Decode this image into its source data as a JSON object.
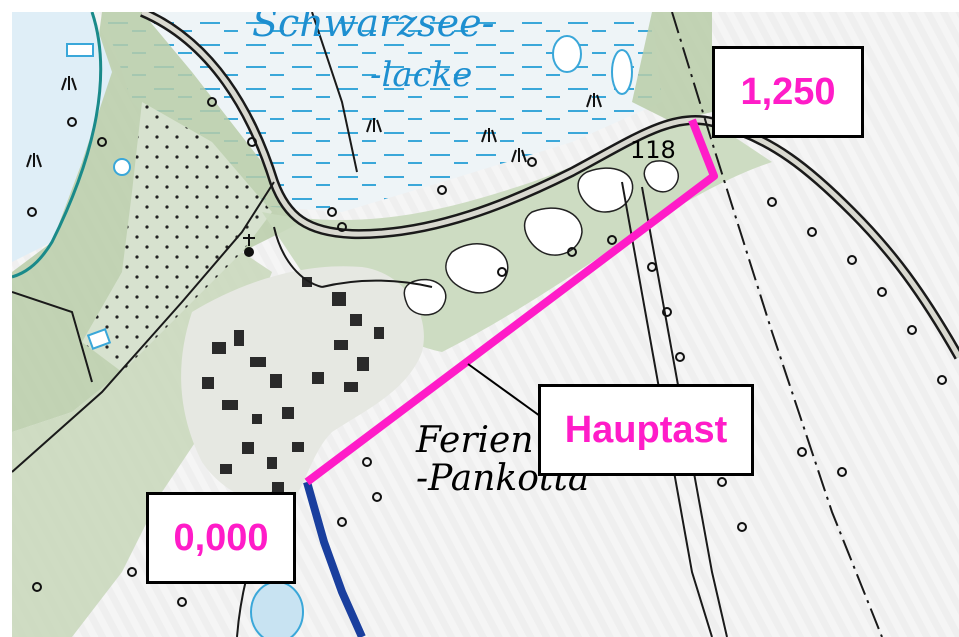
{
  "map": {
    "water_label_line1": "Schwarzsee-",
    "water_label_line2": "-lacke",
    "place_label_line1": "Ferien",
    "place_label_line2": "-Pankotta",
    "elevation": "118"
  },
  "callouts": {
    "start_km": "0,000",
    "end_km": "1,250",
    "branch_name": "Hauptast"
  },
  "colors": {
    "route_main": "#ff1cc8",
    "route_secondary": "#1a3f9e",
    "callout_text": "#ff1cc8",
    "water_text": "#1e8fd0",
    "map_text": "#000000"
  }
}
